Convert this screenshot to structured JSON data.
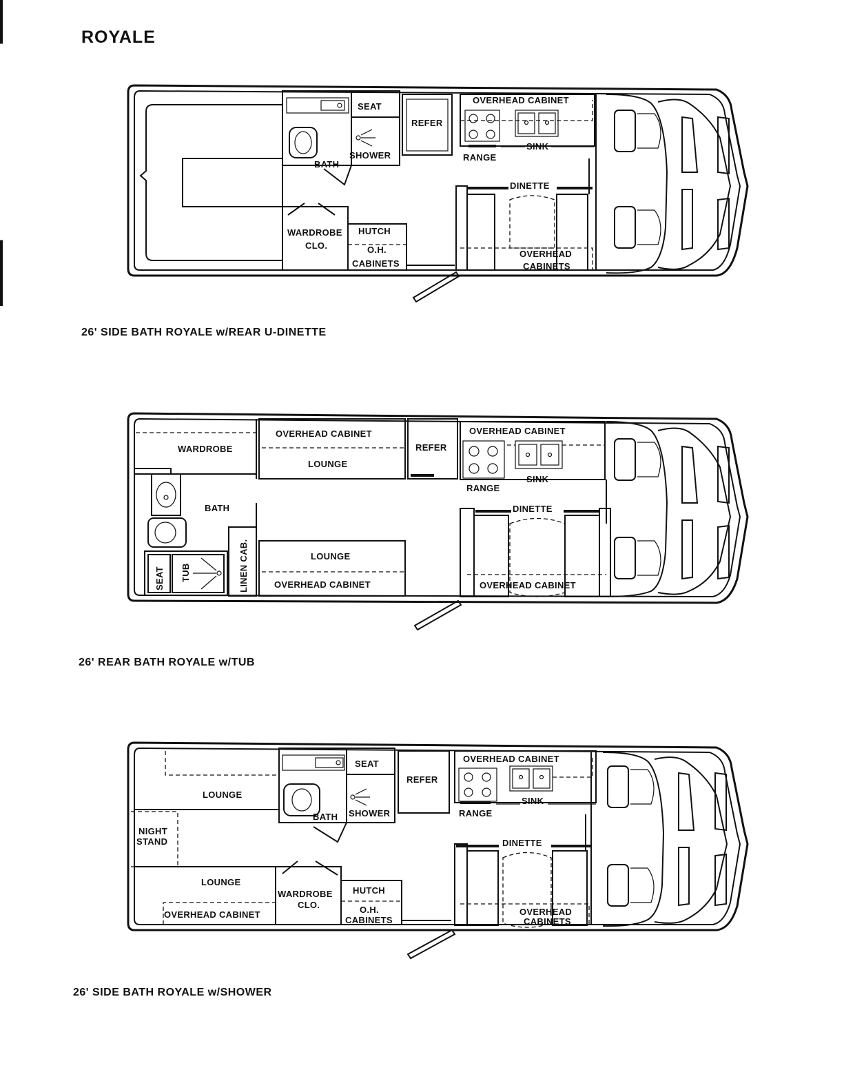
{
  "title": "ROYALE",
  "plans": [
    {
      "caption": "26' SIDE BATH ROYALE w/REAR U-DINETTE",
      "labels": {
        "seat": "SEAT",
        "shower": "SHOWER",
        "bath": "BATH",
        "refer": "REFER",
        "overhead_cabinet": "OVERHEAD CABINET",
        "sink": "SINK",
        "range": "RANGE",
        "dinette": "DINETTE",
        "overhead": "OVERHEAD",
        "cabinets": "CABINETS",
        "wardrobe": "WARDROBE",
        "clo": "CLO.",
        "hutch": "HUTCH",
        "oh": "O.H.",
        "oh_cabinets": "CABINETS"
      }
    },
    {
      "caption": "26' REAR BATH ROYALE w/TUB",
      "labels": {
        "wardrobe": "WARDROBE",
        "overhead_cabinet_top": "OVERHEAD CABINET",
        "lounge_top": "LOUNGE",
        "refer": "REFER",
        "overhead_cabinet_galley": "OVERHEAD CABINET",
        "sink": "SINK",
        "range": "RANGE",
        "bath": "BATH",
        "dinette": "DINETTE",
        "linen": "LINEN CAB.",
        "lounge_bottom": "LOUNGE",
        "overhead_cabinet_bottom": "OVERHEAD CABINET",
        "seat": "SEAT",
        "tub": "TUB",
        "overhead_cabinet_dinette": "OVERHEAD CABINET"
      }
    },
    {
      "caption": "26' SIDE BATH ROYALE w/SHOWER",
      "labels": {
        "seat": "SEAT",
        "refer": "REFER",
        "overhead_cabinet": "OVERHEAD CABINET",
        "lounge_top": "LOUNGE",
        "shower": "SHOWER",
        "bath": "BATH",
        "sink": "SINK",
        "range": "RANGE",
        "night": "NIGHT",
        "stand": "STAND",
        "dinette": "DINETTE",
        "lounge_bottom": "LOUNGE",
        "wardrobe": "WARDROBE",
        "clo": "CLO.",
        "hutch": "HUTCH",
        "oh": "O.H.",
        "oh_cabinets": "CABINETS",
        "overhead_cabinet_bottom": "OVERHEAD CABINET",
        "overhead": "OVERHEAD",
        "cabinets": "CABINETS"
      }
    }
  ]
}
